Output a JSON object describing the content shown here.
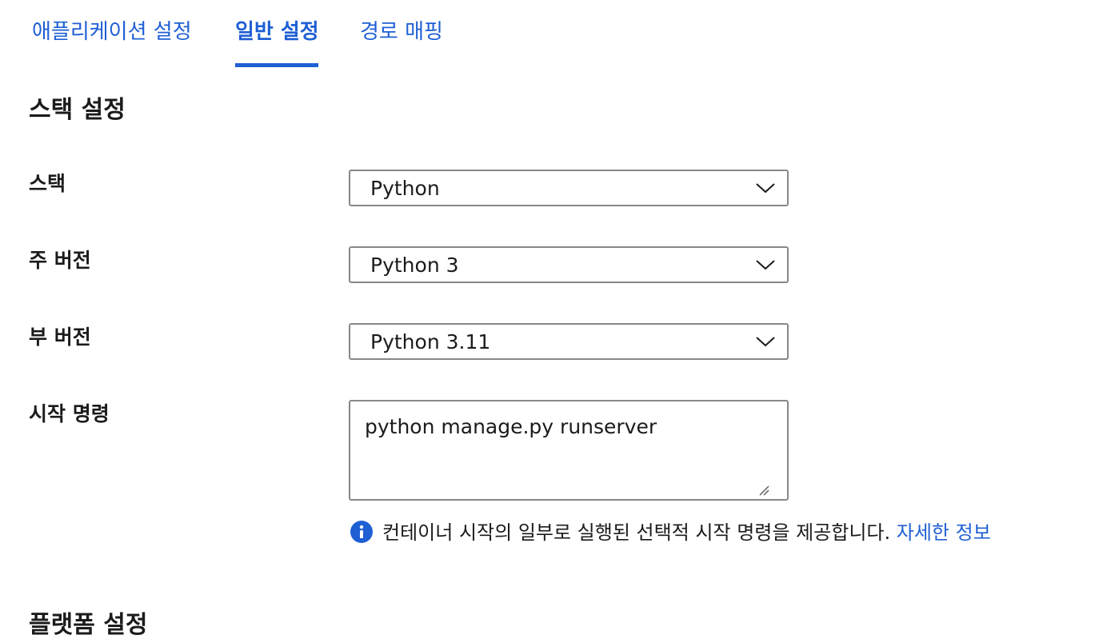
{
  "tabs": [
    {
      "label": "애플리케이션 설정",
      "active": false
    },
    {
      "label": "일반 설정",
      "active": true
    },
    {
      "label": "경로 매핑",
      "active": false
    }
  ],
  "section": {
    "title": "스택 설정"
  },
  "fields": {
    "stack": {
      "label": "스택",
      "value": "Python"
    },
    "major_version": {
      "label": "주 버전",
      "value": "Python 3"
    },
    "minor_version": {
      "label": "부 버전",
      "value": "Python 3.11"
    },
    "startup_command": {
      "label": "시작 명령",
      "value": "python manage.py runserver"
    }
  },
  "info": {
    "icon": "info-icon",
    "text": "컨테이너 시작의 일부로 실행된 선택적 시작 명령을 제공합니다.",
    "link": "자세한 정보"
  },
  "next_section": {
    "title": "플랫폼 설정"
  },
  "colors": {
    "accent": "#1f5fd4",
    "border": "#8a8886",
    "text": "#1b1b1b"
  }
}
